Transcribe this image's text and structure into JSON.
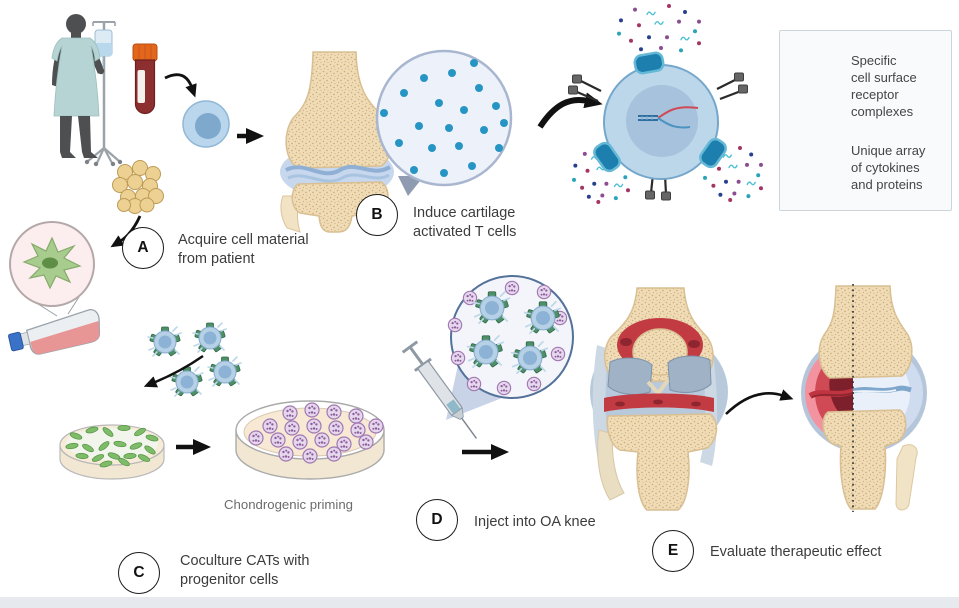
{
  "steps": [
    {
      "label": "A",
      "caption": "Acquire cell material\nfrom patient"
    },
    {
      "label": "B",
      "caption": "Induce cartilage\nactivated T cells"
    },
    {
      "label": "C",
      "caption": "Coculture CATs with\nprogenitor cells"
    },
    {
      "label": "D",
      "caption": "Inject into OA knee"
    },
    {
      "label": "E",
      "caption": "Evaluate therapeutic effect"
    }
  ],
  "labels": {
    "chondrogenic_priming": "Chondrogenic priming"
  },
  "legend": {
    "items": [
      {
        "icon": "cell-surface-receptor-icon",
        "text": "Specific\ncell surface\nreceptor\ncomplexes"
      },
      {
        "icon": "cytokines-icon",
        "text": "Unique array\nof cytokines\nand proteins"
      }
    ]
  },
  "colors": {
    "tcell_blue": "#bdd7ea",
    "tcell_nucleus": "#a6c2dc",
    "receptor_teal": "#1d7fae",
    "bone_beige": "#efdbb6",
    "inflamed_red": "#c23b42",
    "healthy_cartilage_blue": "#c7d7ee",
    "progenitor_green": "#7fbc6a",
    "chondrocyte_purple": "#e6d8ec",
    "cytokine_teal": "#2ba3b8",
    "footer_bar": "#e6eaef"
  }
}
